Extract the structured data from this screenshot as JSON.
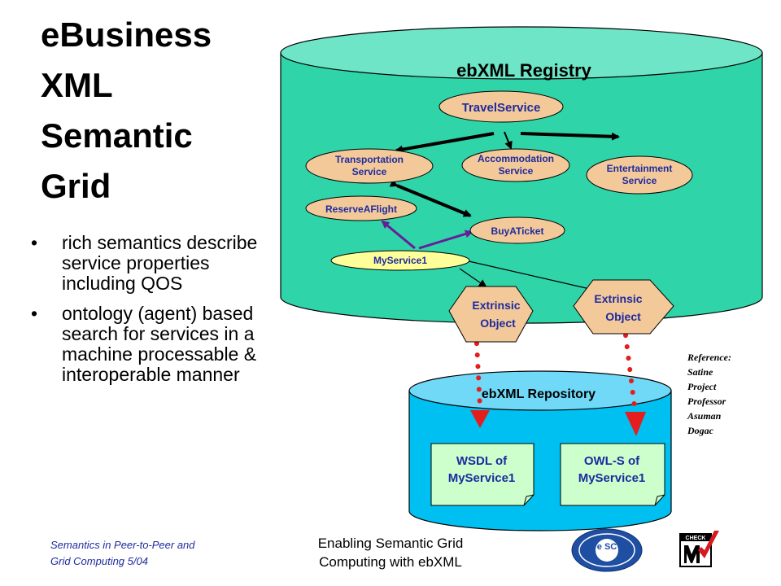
{
  "slide": {
    "title_lines": [
      "eBusiness",
      "XML",
      "Semantic",
      "Grid"
    ],
    "bullets": [
      "rich semantics describe service properties including QOS",
      "ontology (agent) based search for services in a machine processable & interoperable manner"
    ],
    "bullet_glyph": "•",
    "footer_left": "Semantics in Peer-to-Peer and Grid Computing 5/04",
    "footer_center_lines": [
      "Enabling Semantic Grid",
      "Computing with ebXML"
    ],
    "reference_lines": [
      "Reference:",
      "Satine",
      "Project",
      "Professor",
      "Asuman",
      "Dogac"
    ]
  },
  "diagram": {
    "registry_label": "ebXML Registry",
    "repository_label": "ebXML Repository",
    "travel_service": "TravelService",
    "transportation_lines": [
      "Transportation",
      "Service"
    ],
    "accommodation_lines": [
      "Accommodation",
      "Service"
    ],
    "entertainment_lines": [
      "Entertainment",
      "Service"
    ],
    "reserve_flight": "ReserveAFlight",
    "buy_ticket": "BuyATicket",
    "my_service": "MyService1",
    "extrinsic_left_lines": [
      "Extrinsic",
      "Object"
    ],
    "extrinsic_right_lines": [
      "Extrinsic",
      "Object"
    ],
    "wsdl_lines": [
      "WSDL of",
      "MyService1"
    ],
    "owls_lines": [
      "OWL-S of",
      "MyService1"
    ]
  },
  "colors": {
    "registry_fill": "#2fd4a8",
    "registry_top": "#6ee5c6",
    "repository_fill": "#00c0f2",
    "repository_top": "#6fd9f7",
    "service_oval": "#f4c99a",
    "myservice_oval": "#ffff99",
    "extrinsic": "#f4c99a",
    "document_fill": "#ccffcc",
    "purple_arrow": "#6a1b9a",
    "dotted_red": "#e41d1d"
  },
  "logos": {
    "esc_text": "e SC",
    "check_text": "CHECK"
  }
}
